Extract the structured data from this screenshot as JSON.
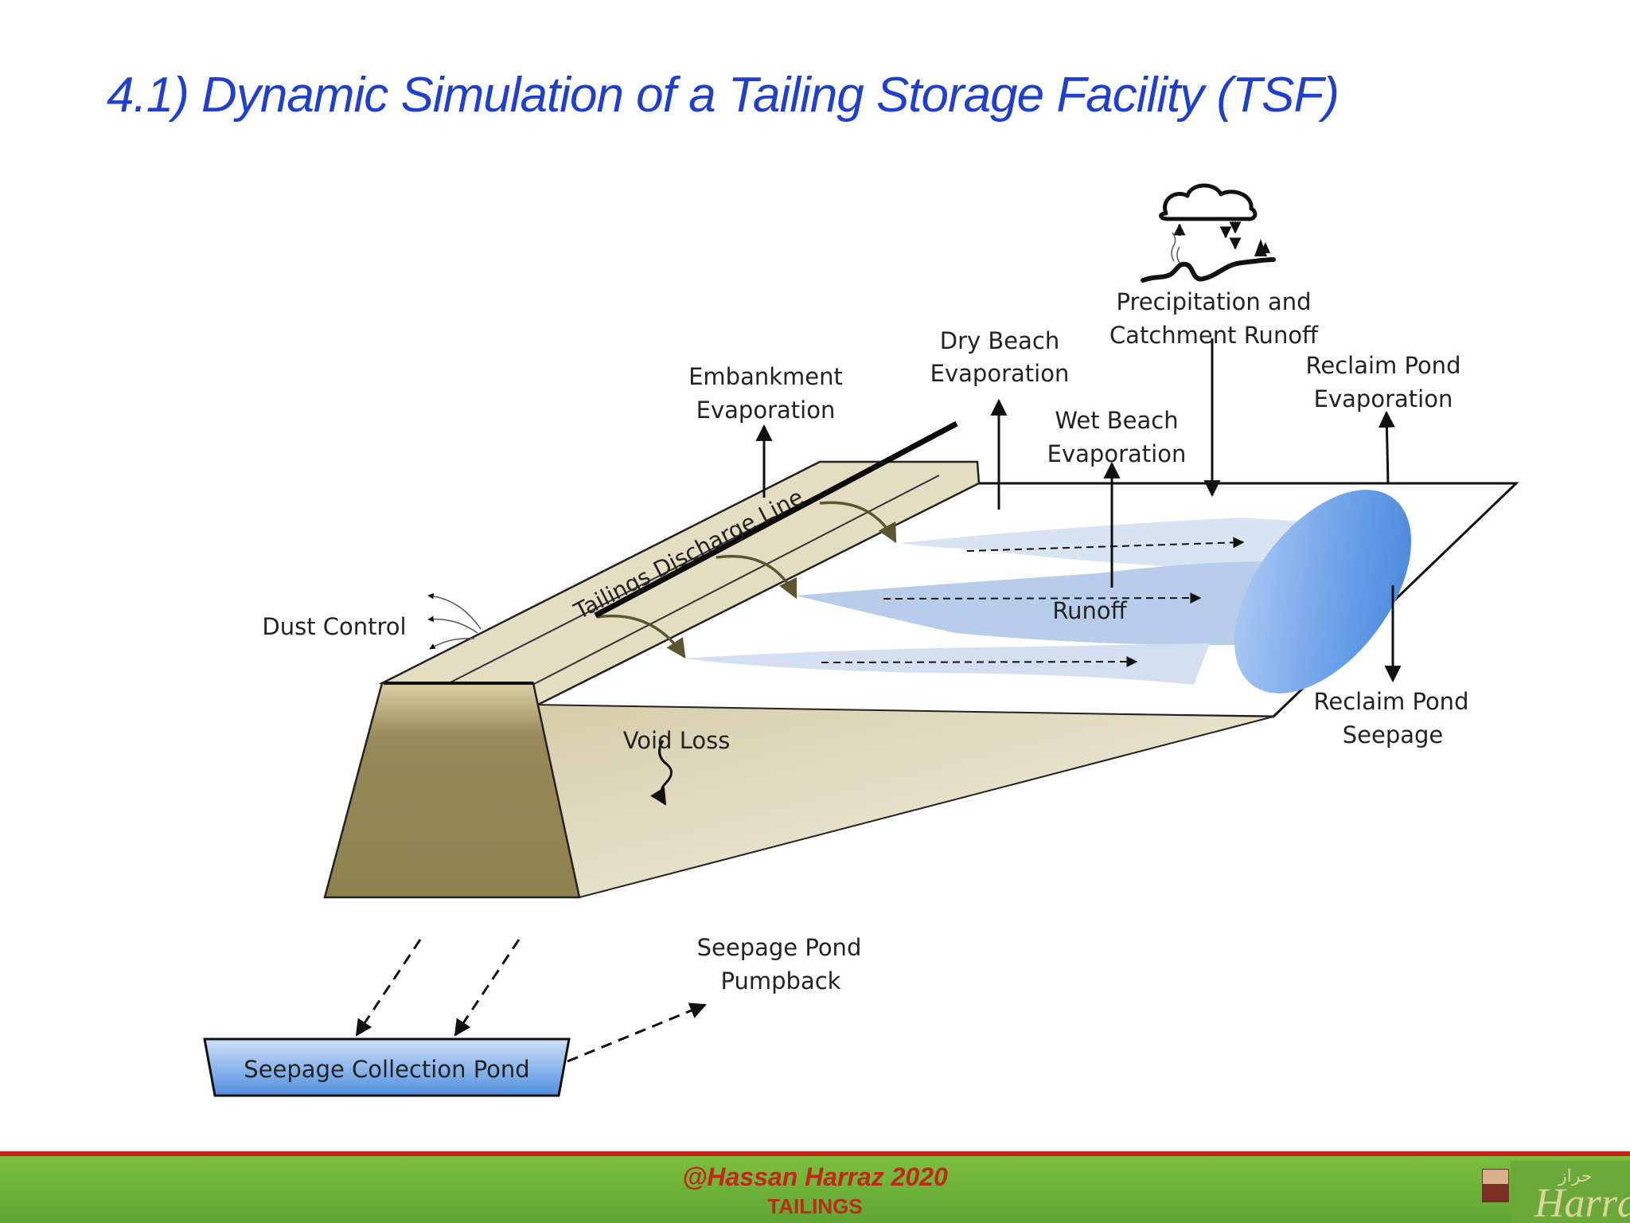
{
  "slide": {
    "title": "4.1) Dynamic Simulation of a Tailing Storage Facility (TSF)"
  },
  "diagram": {
    "labels": {
      "precipitation_line1": "Precipitation and",
      "precipitation_line2": "Catchment Runoff",
      "dry_beach_line1": "Dry Beach",
      "dry_beach_line2": "Evaporation",
      "embankment_line1": "Embankment",
      "embankment_line2": "Evaporation",
      "wet_beach_line1": "Wet Beach",
      "wet_beach_line2": "Evaporation",
      "reclaim_evap_line1": "Reclaim Pond",
      "reclaim_evap_line2": "Evaporation",
      "reclaim_seep_line1": "Reclaim Pond",
      "reclaim_seep_line2": "Seepage",
      "dust_control": "Dust Control",
      "tailings_discharge": "Tailings Discharge Line",
      "runoff": "Runoff",
      "void_loss": "Void Loss",
      "pumpback_line1": "Seepage Pond",
      "pumpback_line2": "Pumpback",
      "seepage_collection": "Seepage Collection Pond"
    },
    "colors": {
      "embankment_front": "#948755",
      "embankment_top": "#e2dcc0",
      "embankment_side": "#ddd5b6",
      "pond_blue": "#5f9ae6",
      "stream_blue": "#c6d7ee"
    }
  },
  "footer": {
    "author": "@Hassan Harraz 2020",
    "course": "TAILINGS",
    "logo_text": "Harraz",
    "logo_arabic": "حراز"
  }
}
